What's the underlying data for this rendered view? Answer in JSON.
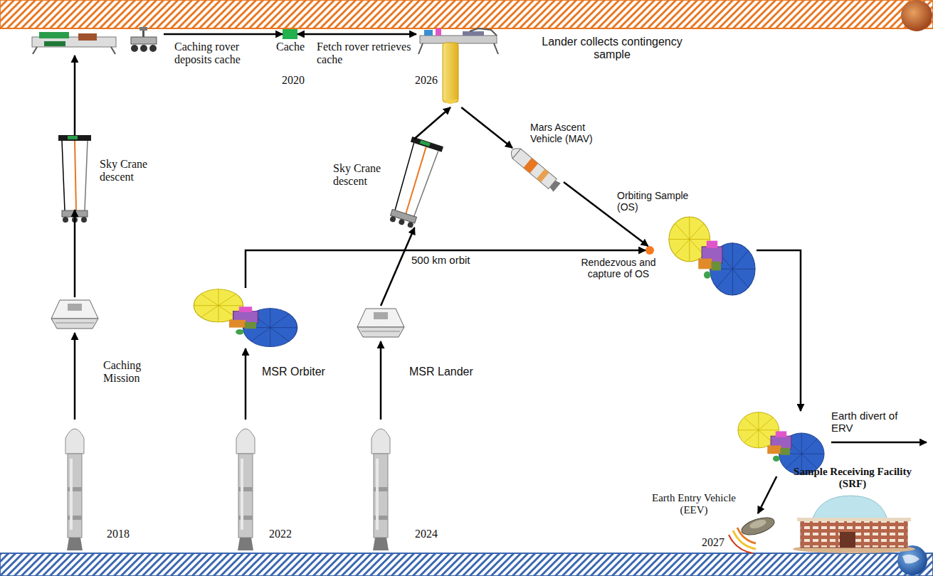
{
  "diagram": {
    "nodes": [
      {
        "text": [
          "Caching rover deposits cache"
        ]
      },
      {
        "text": [
          "Cache"
        ]
      },
      {
        "text": [
          "Lander collects contingency sample"
        ]
      },
      {
        "text": [
          "Sky Crane descent"
        ]
      },
      {
        "text": [
          "Sky Crane descent"
        ]
      },
      {
        "text": [
          "Mars Ascent Vehicle (MAV)"
        ]
      },
      {
        "text": [
          "Orbiting Sample (OS)"
        ]
      },
      {
        "text": [
          "Rendezvous and capture of OS"
        ]
      },
      {
        "text": [
          "Caching Mission"
        ]
      },
      {
        "text": [
          "MSR Orbiter"
        ]
      },
      {
        "text": [
          "MSR Lander"
        ]
      },
      {
        "text": [
          "Earth divert of ERV"
        ]
      },
      {
        "text": [
          "2018"
        ]
      },
      {
        "text": [
          "2022"
        ]
      },
      {
        "text": [
          "2024"
        ]
      },
      {
        "text": [
          "Earth Entry Vehicle (EEV)"
        ]
      },
      {
        "text": [
          "Sample Receiving Facility (SRF)"
        ]
      }
    ],
    "edges": [
      {
        "from": 12,
        "to": 8,
        "arrow": "to"
      },
      {
        "from": 8,
        "to": 3,
        "arrow": "to"
      },
      {
        "from": 3,
        "to": 0,
        "arrow": "to"
      },
      {
        "from": 0,
        "to": 1,
        "arrow": "to"
      },
      {
        "from": 1,
        "to": 2,
        "label": "Fetch rover retrieves cache",
        "arrow": "both"
      },
      {
        "from": 13,
        "to": 9,
        "arrow": "to"
      },
      {
        "from": 9,
        "to": 6,
        "label": "500 km orbit",
        "arrow": "to"
      },
      {
        "from": 14,
        "to": 10,
        "arrow": "to"
      },
      {
        "from": 10,
        "to": 4,
        "arrow": "to"
      },
      {
        "from": 4,
        "to": 2,
        "arrow": "to"
      },
      {
        "from": 2,
        "to": 5,
        "arrow": "to"
      },
      {
        "from": 5,
        "to": 6,
        "arrow": "to"
      },
      {
        "from": 7,
        "to": 11,
        "arrow": "to"
      },
      {
        "from": 11,
        "to": 15,
        "arrow": "to"
      }
    ],
    "labels": [
      "2020",
      "2026",
      "2027"
    ]
  }
}
